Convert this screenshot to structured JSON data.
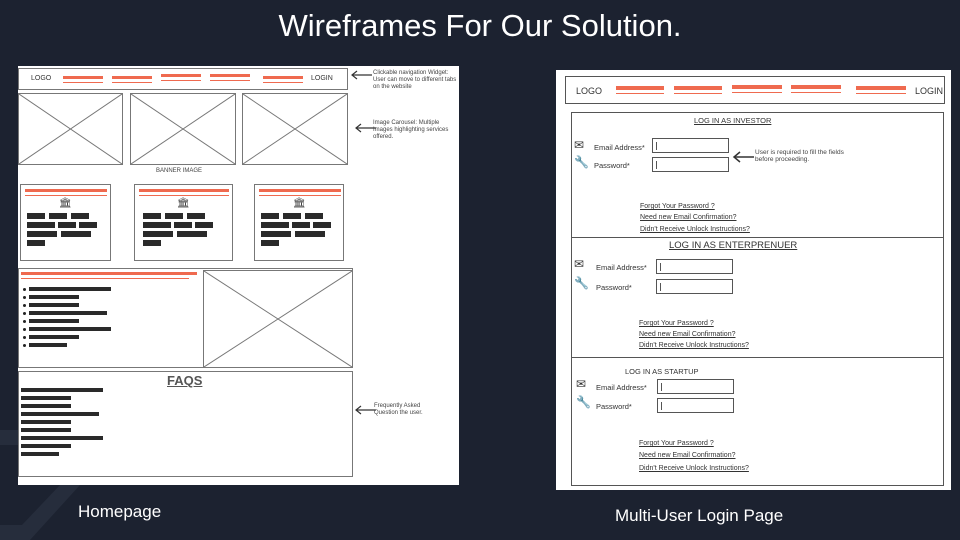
{
  "slide": {
    "title": "Wireframes For Our Solution.",
    "caption_homepage": "Homepage",
    "caption_login": "Multi-User Login Page"
  },
  "homepage": {
    "logo": "LOGO",
    "login": "LOGIN",
    "banner_label": "BANNER IMAGE",
    "faqs": "FAQS",
    "note_nav": "Clickable navigation Widget: User can move to different tabs on the website",
    "note_carousel": "Image Carousel: Multiple Images highlighting services offered.",
    "note_faq": "Frequently Asked Question the user."
  },
  "login_page": {
    "logo": "LOGO",
    "login": "LOGIN",
    "note_required": "User is required to fill the fields before proceeding.",
    "sections": [
      {
        "title": "LOG IN AS INVESTOR",
        "email_label": "Email Address*",
        "password_label": "Password*",
        "link1": "Forgot Your Password ?",
        "link2": "Need new Email Confirmation?",
        "link3": "Didn't Receive Unlock Instructions?"
      },
      {
        "title": "LOG IN AS ENTERPRENUER",
        "email_label": "Email Address*",
        "password_label": "Password*",
        "link1": "Forgot Your Password ?",
        "link2": "Need new Email Confirmation?",
        "link3": "Didn't Receive Unlock Instructions?"
      },
      {
        "title": "LOG IN AS STARTUP",
        "email_label": "Email Address*",
        "password_label": "Password*",
        "link1": "Forgot Your Password ?",
        "link2": "Need new Email Confirmation?",
        "link3": "Didn't Receive Unlock Instructions?"
      }
    ]
  },
  "colors": {
    "background": "#1c2230",
    "accent": "#ef6a4f"
  }
}
